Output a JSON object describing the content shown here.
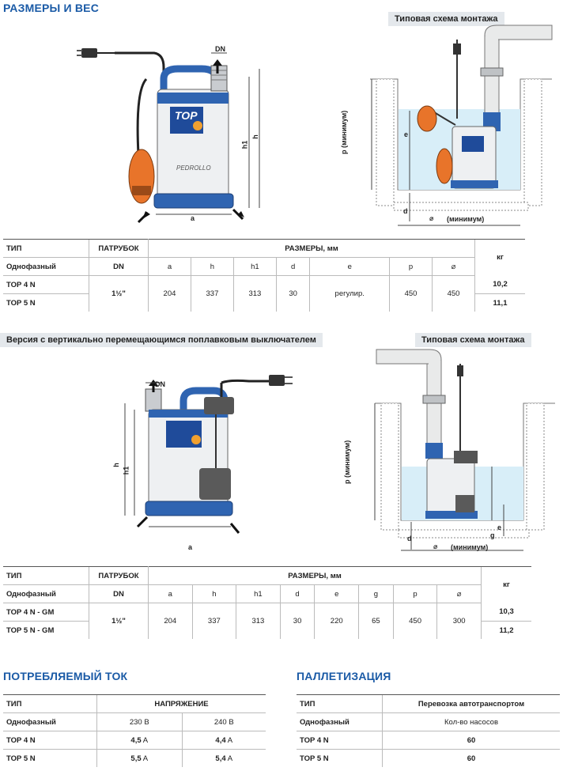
{
  "sec1": {
    "title": "РАЗМЕРЫ И ВЕС",
    "scheme_title": "Типовая схема монтажа",
    "fig": {
      "dn": "DN",
      "h": "h",
      "h1": "h1",
      "a": "a",
      "p_min": "p (минимум)",
      "e": "e",
      "d": "d",
      "sq_min": "(минимум)",
      "brand": "PEDROLLO",
      "logo": "TOP"
    },
    "table": {
      "type": "ТИП",
      "phase": "Однофазный",
      "nozzle": "ПАТРУБОК",
      "nozzle_dn": "DN",
      "dims": "РАЗМЕРЫ, мм",
      "kg": "кг",
      "cols": [
        "a",
        "h",
        "h1",
        "d",
        "e",
        "p",
        "⌀"
      ],
      "rows": [
        {
          "name": "TOP 4 N",
          "kg": "10,2"
        },
        {
          "name": "TOP 5 N",
          "kg": "11,1"
        }
      ],
      "dn_value": "1½\"",
      "values": [
        "204",
        "337",
        "313",
        "30",
        "регулир.",
        "450",
        "450"
      ]
    }
  },
  "sec2": {
    "title": "Версия с вертикально перемещающимся поплавковым выключателем",
    "scheme_title": "Типовая схема монтажа",
    "fig": {
      "dn": "DN",
      "h": "h",
      "h1": "h1",
      "a": "a",
      "p_min": "p (минимум)",
      "e": "e",
      "d": "d",
      "g": "g",
      "sq_min": "(минимум)"
    },
    "table": {
      "type": "ТИП",
      "phase": "Однофазный",
      "nozzle": "ПАТРУБОК",
      "nozzle_dn": "DN",
      "dims": "РАЗМЕРЫ, мм",
      "kg": "кг",
      "cols": [
        "a",
        "h",
        "h1",
        "d",
        "e",
        "g",
        "p",
        "⌀"
      ],
      "rows": [
        {
          "name": "TOP 4 N - GM",
          "kg": "10,3"
        },
        {
          "name": "TOP 5 N - GM",
          "kg": "11,2"
        }
      ],
      "dn_value": "1½\"",
      "values": [
        "204",
        "337",
        "313",
        "30",
        "220",
        "65",
        "450",
        "300"
      ]
    }
  },
  "current": {
    "title": "ПОТРЕБЛЯЕМЫЙ ТОК",
    "type": "ТИП",
    "phase": "Однофазный",
    "voltage": "НАПРЯЖЕНИЕ",
    "v1": "230 В",
    "v2": "240 В",
    "rows": [
      {
        "name": "TOP 4 N",
        "a1": "4,5",
        "a2": "4,4"
      },
      {
        "name": "TOP 5 N",
        "a1": "5,5",
        "a2": "5,4"
      }
    ],
    "unit": "A"
  },
  "pallet": {
    "title": "ПАЛЛЕТИЗАЦИЯ",
    "type": "ТИП",
    "phase": "Однофазный",
    "transport": "Перевозка автотранспортом",
    "qty": "Кол-во насосов",
    "rows": [
      {
        "name": "TOP 4 N",
        "v": "60"
      },
      {
        "name": "TOP 5 N",
        "v": "60"
      }
    ]
  },
  "colors": {
    "heading": "#1a5aa6",
    "pump_blue": "#2f64b1",
    "float_orange": "#e8742a",
    "water": "#d8eef8"
  }
}
